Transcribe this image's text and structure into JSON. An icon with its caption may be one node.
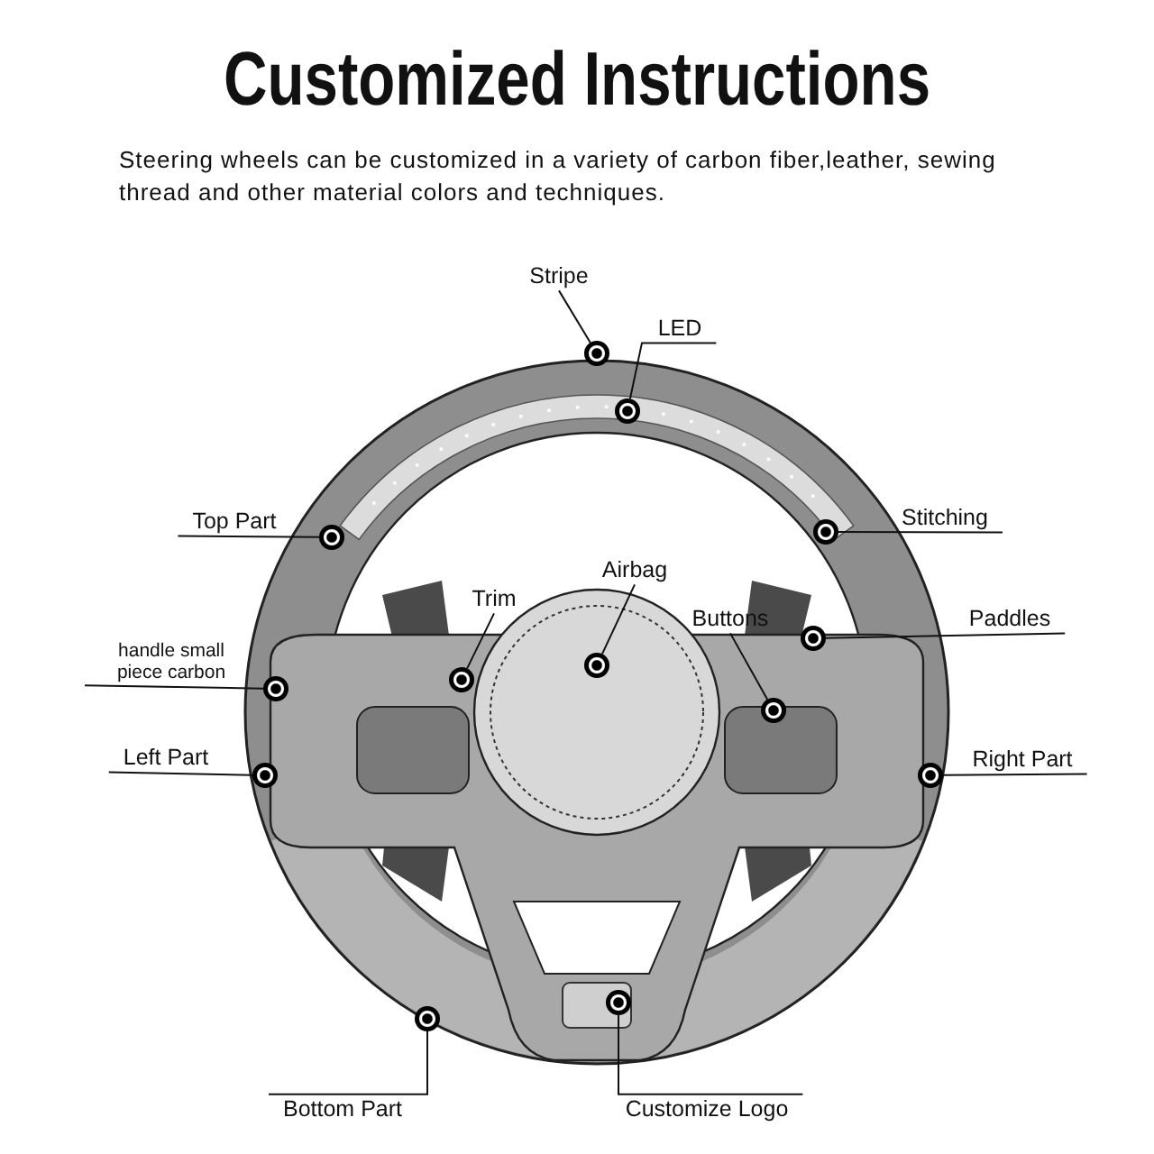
{
  "diagram": {
    "title": "Customized Instructions",
    "caption": "Steering wheels can be customized in a variety of carbon fiber,leather, sewing thread and other material colors and techniques.",
    "nodes": [
      {
        "text": [
          "Stripe"
        ]
      },
      {
        "text": [
          "LED"
        ]
      },
      {
        "text": [
          "Top Part"
        ]
      },
      {
        "text": [
          "Stitching"
        ]
      },
      {
        "text": [
          "Trim"
        ]
      },
      {
        "text": [
          "Airbag"
        ]
      },
      {
        "text": [
          "Buttons"
        ]
      },
      {
        "text": [
          "Paddles"
        ]
      },
      {
        "text": [
          "handle small piece carbon"
        ]
      },
      {
        "text": [
          "Left Part"
        ]
      },
      {
        "text": [
          "Right Part"
        ]
      },
      {
        "text": [
          "Bottom Part"
        ]
      },
      {
        "text": [
          "Customize Logo"
        ]
      },
      {
        "text": [],
        "shape": "circle"
      },
      {
        "text": [],
        "shape": "circle"
      },
      {
        "text": [],
        "shape": "circle"
      },
      {
        "text": [],
        "shape": "circle"
      },
      {
        "text": [],
        "shape": "circle"
      },
      {
        "text": [],
        "shape": "circle"
      },
      {
        "text": [],
        "shape": "circle"
      },
      {
        "text": [],
        "shape": "circle"
      },
      {
        "text": [],
        "shape": "circle"
      },
      {
        "text": [],
        "shape": "circle"
      },
      {
        "text": [],
        "shape": "circle"
      },
      {
        "text": [],
        "shape": "circle"
      },
      {
        "text": [],
        "shape": "circle"
      }
    ],
    "edges": [
      {
        "from": 0,
        "to": 13,
        "arrow": "none"
      },
      {
        "from": 1,
        "to": 14,
        "arrow": "none"
      },
      {
        "from": 2,
        "to": 15,
        "arrow": "none"
      },
      {
        "from": 3,
        "to": 16,
        "arrow": "none"
      },
      {
        "from": 4,
        "to": 17,
        "arrow": "none"
      },
      {
        "from": 5,
        "to": 18,
        "arrow": "none"
      },
      {
        "from": 6,
        "to": 19,
        "arrow": "none"
      },
      {
        "from": 7,
        "to": 20,
        "arrow": "none"
      },
      {
        "from": 8,
        "to": 21,
        "arrow": "none"
      },
      {
        "from": 9,
        "to": 22,
        "arrow": "none"
      },
      {
        "from": 10,
        "to": 23,
        "arrow": "none"
      },
      {
        "from": 11,
        "to": 24,
        "arrow": "none"
      },
      {
        "from": 12,
        "to": 25,
        "arrow": "none"
      }
    ]
  }
}
